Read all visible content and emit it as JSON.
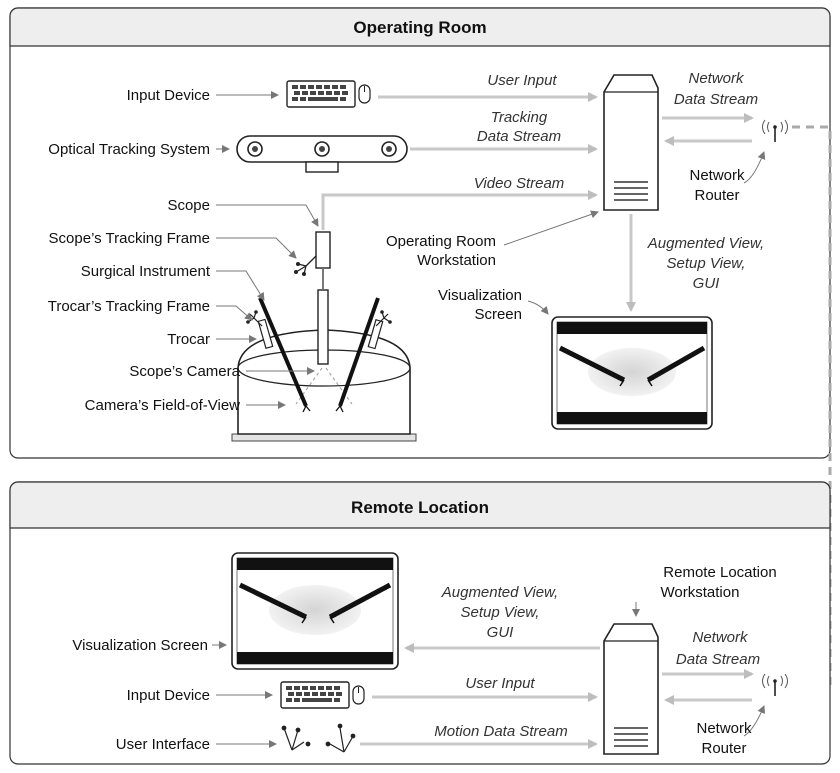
{
  "operating_room": {
    "title": "Operating Room",
    "labels": {
      "input_device": "Input Device",
      "optical_tracking": "Optical Tracking System",
      "scope": "Scope",
      "scope_tracking_frame": "Scope’s Tracking Frame",
      "surgical_instrument": "Surgical Instrument",
      "trocar_tracking_frame": "Trocar’s Tracking Frame",
      "trocar": "Trocar",
      "scope_camera": "Scope’s Camera",
      "camera_fov": "Camera’s Field-of-View",
      "workstation_line1": "Operating Room",
      "workstation_line2": "Workstation",
      "vis_screen_line1": "Visualization",
      "vis_screen_line2": "Screen",
      "router_line1": "Network",
      "router_line2": "Router"
    },
    "streams": {
      "user_input": "User Input",
      "tracking_line1": "Tracking",
      "tracking_line2": "Data Stream",
      "video": "Video Stream",
      "network_line1": "Network",
      "network_line2": "Data Stream",
      "aug_line1": "Augmented View,",
      "aug_line2": "Setup View,",
      "aug_line3": "GUI"
    }
  },
  "remote_location": {
    "title": "Remote Location",
    "labels": {
      "vis_screen": "Visualization Screen",
      "input_device": "Input Device",
      "user_interface": "User Interface",
      "workstation_line1": "Remote Location",
      "workstation_line2": "Workstation",
      "router_line1": "Network",
      "router_line2": "Router"
    },
    "streams": {
      "aug_line1": "Augmented View,",
      "aug_line2": "Setup View,",
      "aug_line3": "GUI",
      "user_input": "User Input",
      "motion": "Motion Data Stream",
      "network_line1": "Network",
      "network_line2": "Data Stream"
    }
  },
  "icons": {
    "keyboard": "keyboard-icon",
    "mouse": "mouse-icon",
    "tracker": "optical-tracker-icon",
    "workstation": "workstation-icon",
    "router": "router-icon",
    "screen": "screen-icon"
  },
  "colors": {
    "arrow": "#c8c8c8",
    "panel_header": "#eeeeee",
    "border": "#333333"
  }
}
